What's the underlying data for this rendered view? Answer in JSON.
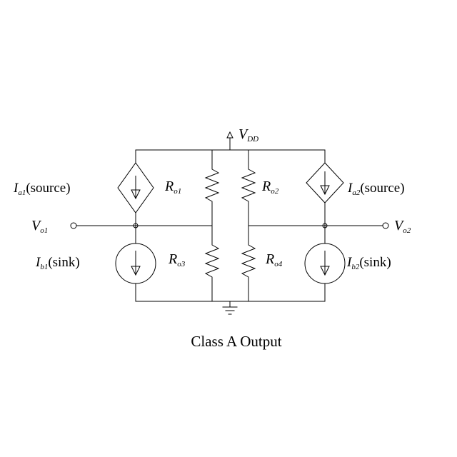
{
  "diagram": {
    "caption": "Class A Output",
    "supply": {
      "symbol": "V",
      "sub": "DD"
    },
    "ground_icon": "ground-icon",
    "resistors": {
      "ro1": {
        "symbol": "R",
        "sub": "o1"
      },
      "ro2": {
        "symbol": "R",
        "sub": "o2"
      },
      "ro3": {
        "symbol": "R",
        "sub": "o3"
      },
      "ro4": {
        "symbol": "R",
        "sub": "o4"
      }
    },
    "sources": {
      "left_source": {
        "symbol": "I",
        "sub": "a1",
        "suffix": "(source)"
      },
      "left_sink": {
        "symbol": "I",
        "sub": "b1",
        "suffix": "(sink)"
      },
      "right_source": {
        "symbol": "I",
        "sub": "a2",
        "suffix": "(source)"
      },
      "right_sink": {
        "symbol": "I",
        "sub": "b2",
        "suffix": "(sink)"
      }
    },
    "outputs": {
      "vo1": {
        "symbol": "V",
        "sub": "o1"
      },
      "vo2": {
        "symbol": "V",
        "sub": "o2"
      }
    }
  }
}
